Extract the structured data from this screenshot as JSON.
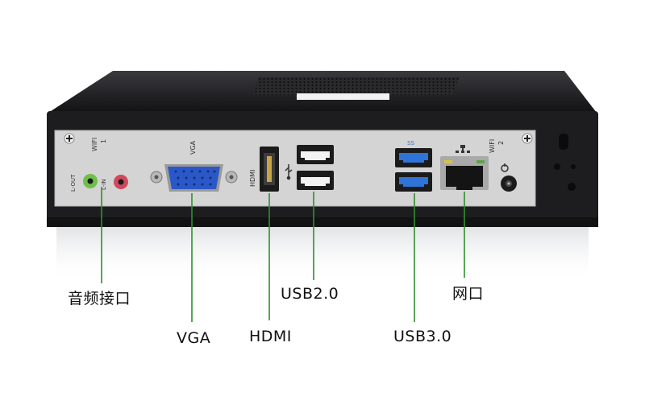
{
  "scene": {
    "subject": "mini-pc-rear-panel",
    "colors": {
      "background": "#ffffff",
      "chassis": "#1d1d1f",
      "panel": "#d4d4d4",
      "line_out": "#6fbf4a",
      "line_in": "#d0485a",
      "vga": "#2a58c8",
      "usb3": "#2f73d6",
      "leader": "#2f8f2f"
    }
  },
  "panel_labels": {
    "wifi_left": "WIFI",
    "wifi_left_num": "1",
    "wifi_right": "WIFI",
    "wifi_right_num": "2",
    "vga": "VGA",
    "hdmi": "HDMI",
    "line_out": "L-OUT",
    "line_in": "L-IN",
    "usb3_logo": "SS"
  },
  "callouts": {
    "audio": "音频接口",
    "vga": "VGA",
    "hdmi": "HDMI",
    "usb2": "USB2.0",
    "usb3": "USB3.0",
    "lan": "网口"
  },
  "icons": [
    "antenna-screw-icon",
    "usb-trident-icon",
    "network-icon",
    "power-icon"
  ]
}
